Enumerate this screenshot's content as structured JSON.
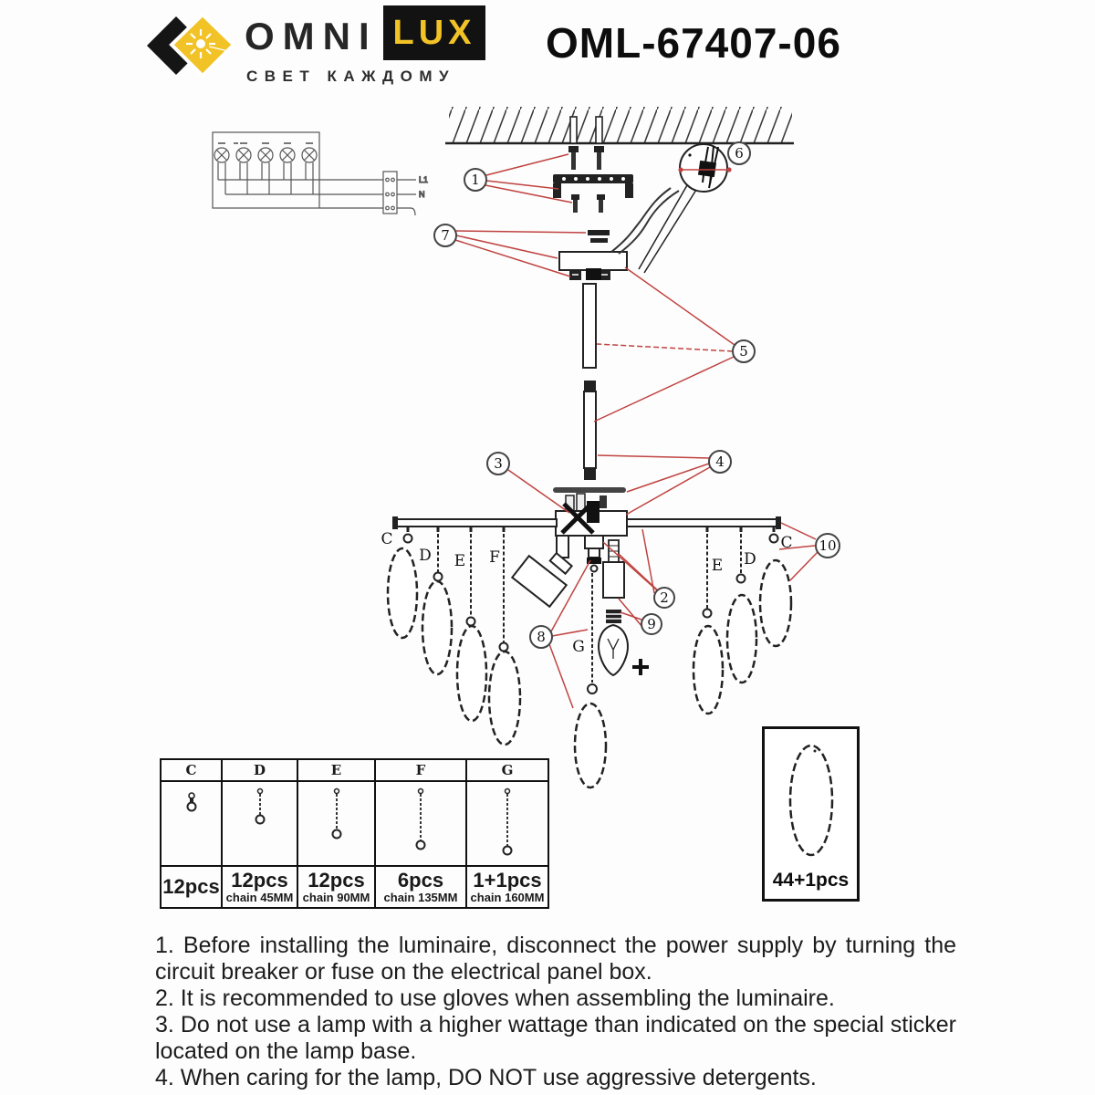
{
  "header": {
    "brand": {
      "omni": "OMNI",
      "lux": "LUX",
      "tagline": "СВЕТ КАЖДОМУ"
    },
    "model": "OML-67407-06"
  },
  "wiring": {
    "line_label": "L1",
    "neutral_label": "N"
  },
  "diagram": {
    "callouts": [
      "1",
      "2",
      "3",
      "4",
      "5",
      "6",
      "7",
      "8",
      "9",
      "10"
    ],
    "labels": {
      "left": [
        "C",
        "D",
        "E",
        "F"
      ],
      "center": "G",
      "right": [
        "E",
        "D",
        "C"
      ]
    }
  },
  "table": {
    "headers": [
      "C",
      "D",
      "E",
      "F",
      "G"
    ],
    "counts": [
      "12pcs",
      "12pcs",
      "12pcs",
      "6pcs",
      "1+1pcs"
    ],
    "chains": [
      "",
      "chain 45MM",
      "chain 90MM",
      "chain 135MM",
      "chain 160MM"
    ]
  },
  "spare_box": {
    "count": "44+1pcs"
  },
  "instructions": [
    "1. Before installing the luminaire, disconnect the power supply by turning the circuit breaker or fuse on the electrical panel box.",
    "2. It is recommended to use gloves when assembling the luminaire.",
    "3. Do not use a lamp with a higher wattage than indicated on the special sticker located on the lamp base.",
    "4. When caring for the lamp, DO NOT use aggressive detergents."
  ],
  "colors": {
    "accent_red": "#bf4340",
    "brand_yellow": "#f2c327",
    "ink": "#1a1a1a"
  }
}
